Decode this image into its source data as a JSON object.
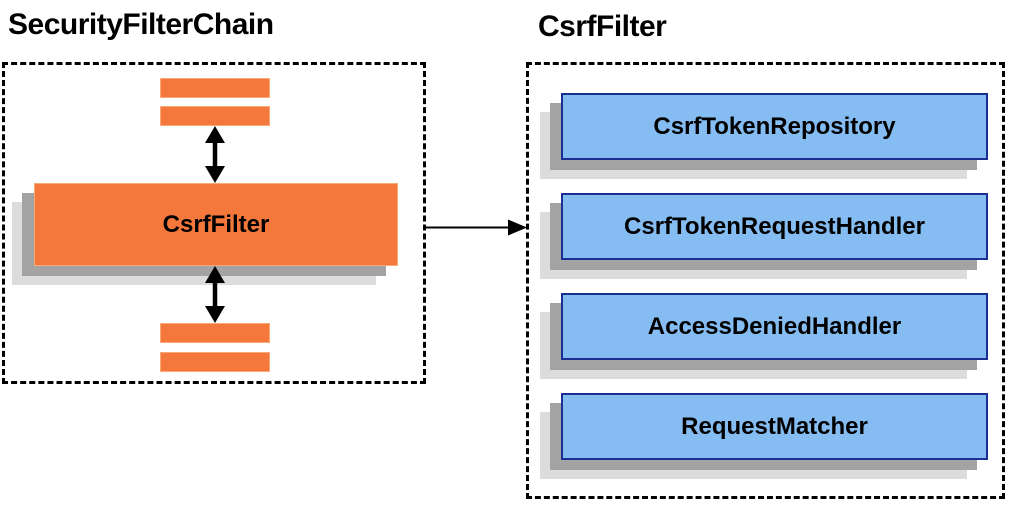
{
  "diagram": {
    "left": {
      "title": "SecurityFilterChain",
      "filter_box_label": "CsrfFilter"
    },
    "right": {
      "title": "CsrfFilter",
      "components": [
        {
          "label": "CsrfTokenRepository"
        },
        {
          "label": "CsrfTokenRequestHandler"
        },
        {
          "label": "AccessDeniedHandler"
        },
        {
          "label": "RequestMatcher"
        }
      ]
    },
    "colors": {
      "orange": "#F4783C",
      "orange_border": "#F9A878",
      "blue": "#85BCF2",
      "blue_border": "#1B2E91",
      "shadow_dark": "#A3A3A3",
      "shadow_light": "#DCDCDC",
      "arrow": "#000000"
    }
  }
}
